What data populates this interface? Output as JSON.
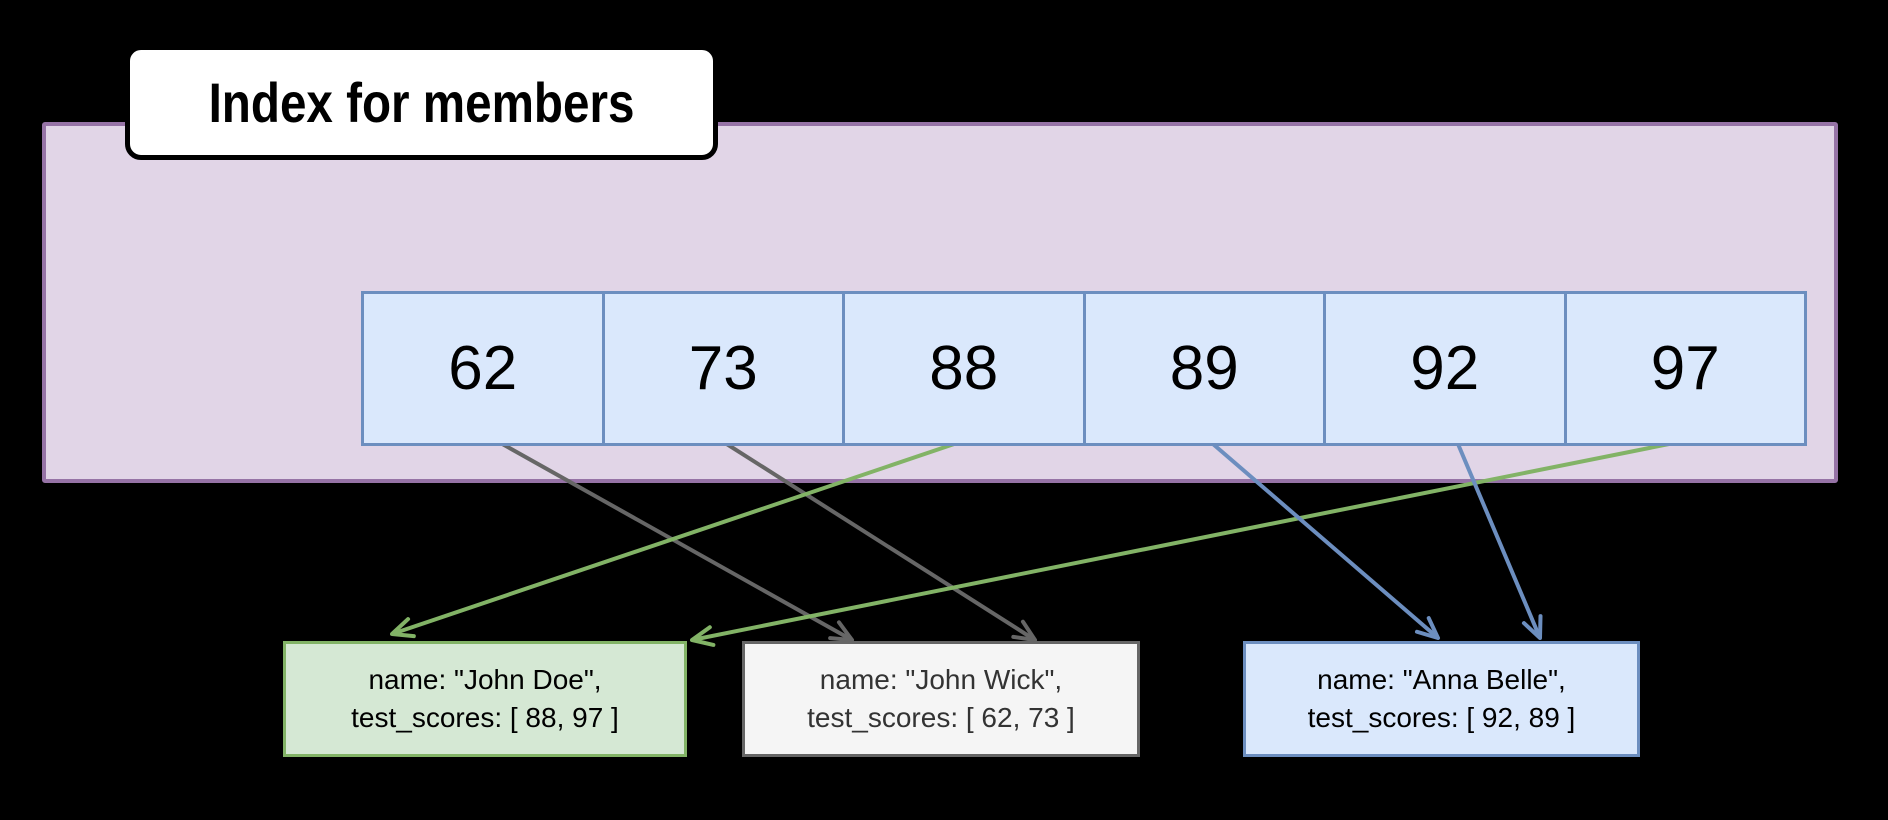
{
  "title": "Index for members",
  "colors": {
    "background": "#000000",
    "container_fill": "#e1d5e7",
    "container_border": "#9673a6",
    "cell_fill": "#dae8fc",
    "cell_border": "#6c8ebf",
    "green_fill": "#d5e8d4",
    "green_border": "#82b366",
    "grey_fill": "#f5f5f5",
    "grey_border": "#666666",
    "grey_text": "#333333",
    "blue_fill": "#dae8fc",
    "blue_border": "#6c8ebf",
    "arrow_grey": "#666666",
    "arrow_green": "#82b366",
    "arrow_blue": "#6c8ebf"
  },
  "index": {
    "values": [
      "62",
      "73",
      "88",
      "89",
      "92",
      "97"
    ]
  },
  "documents": [
    {
      "id": "john-doe",
      "line1": "name: \"John Doe\",",
      "line2": "test_scores: [ 88, 97 ]",
      "color": "green"
    },
    {
      "id": "john-wick",
      "line1": "name: \"John Wick\",",
      "line2": "test_scores: [ 62, 73 ]",
      "color": "grey"
    },
    {
      "id": "anna-belle",
      "line1": "name: \"Anna Belle\",",
      "line2": "test_scores: [ 92, 89 ]",
      "color": "blue"
    }
  ],
  "arrows": [
    {
      "from_value": "62",
      "to": "john-wick",
      "color": "grey"
    },
    {
      "from_value": "73",
      "to": "john-wick",
      "color": "grey"
    },
    {
      "from_value": "88",
      "to": "john-doe",
      "color": "green"
    },
    {
      "from_value": "97",
      "to": "john-doe",
      "color": "green"
    },
    {
      "from_value": "89",
      "to": "anna-belle",
      "color": "blue"
    },
    {
      "from_value": "92",
      "to": "anna-belle",
      "color": "blue"
    }
  ]
}
